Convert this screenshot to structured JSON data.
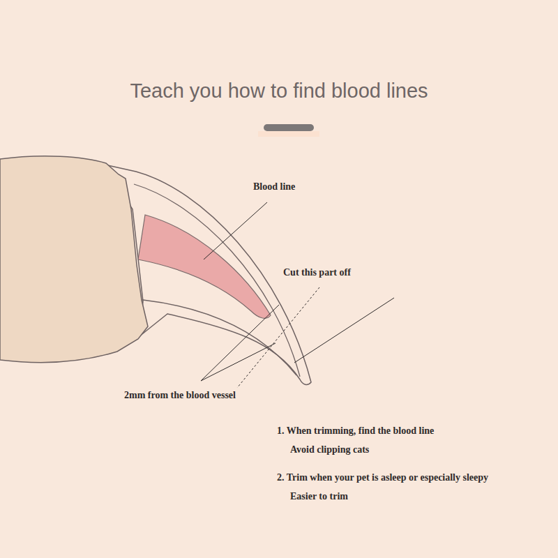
{
  "diagram": {
    "title": "Teach you how to find blood lines",
    "labels": [
      "Blood line",
      "Cut this part off",
      "2mm from the blood vessel",
      "1. When trimming, find the blood line",
      "Avoid clipping cats",
      "2. Trim when your pet is asleep or especially sleepy",
      "Easier to trim"
    ]
  }
}
